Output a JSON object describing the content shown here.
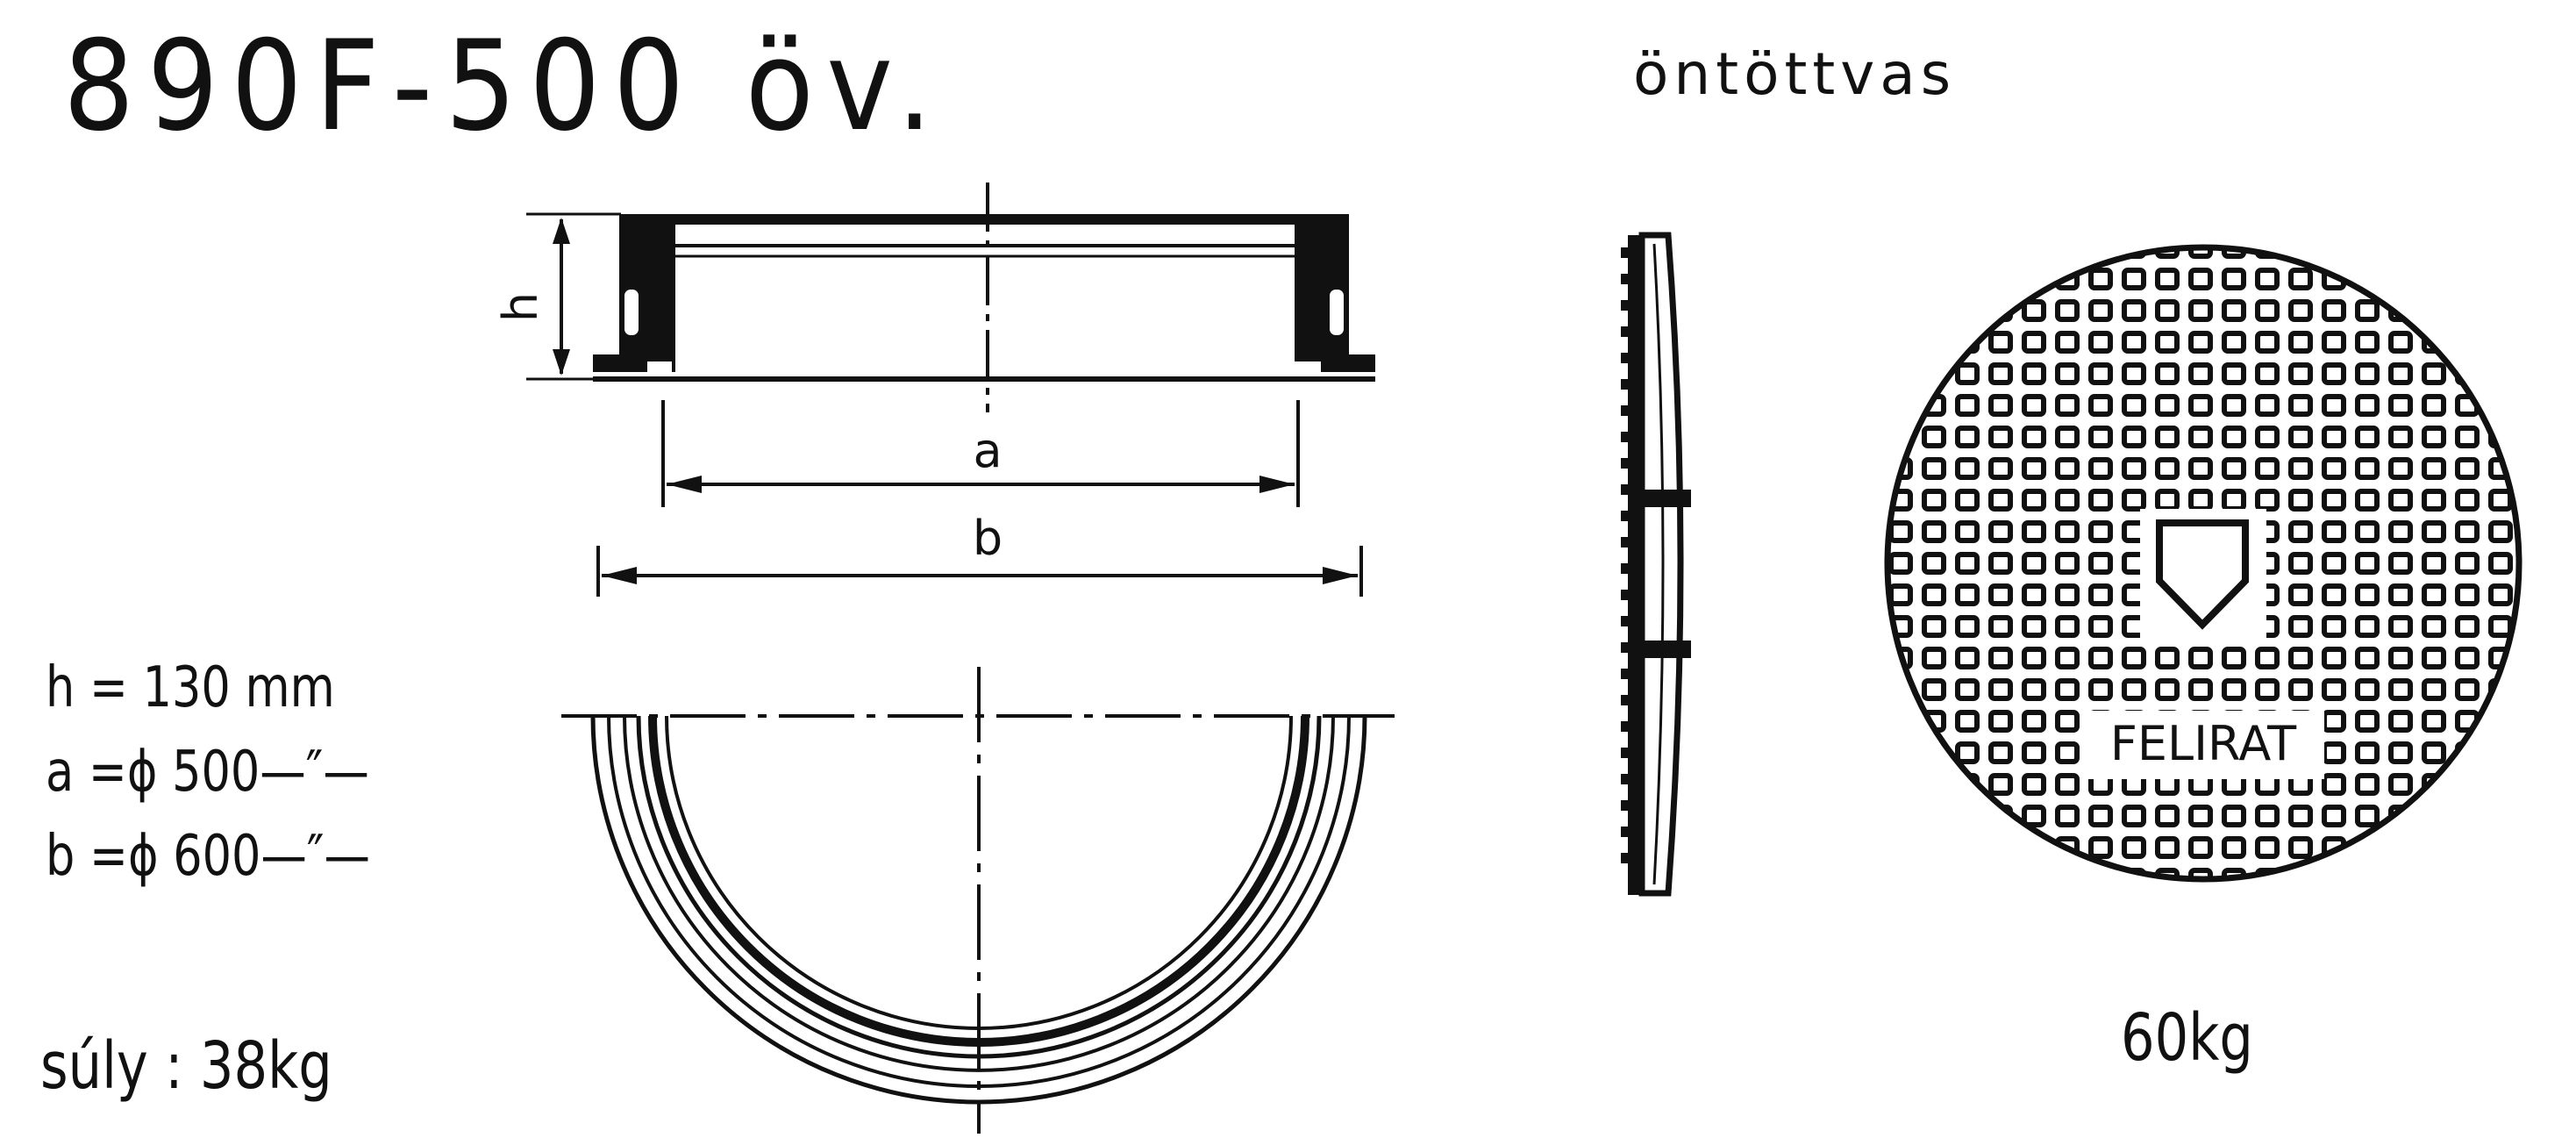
{
  "title": "890F-500 öv.",
  "material": "öntöttvas",
  "dimensions": {
    "h": "h =  130 mm",
    "a": "a =ϕ 500—″—",
    "b": "b =ϕ 600—″—"
  },
  "labels": {
    "h": "h",
    "a": "a",
    "b": "b"
  },
  "lid_inscription": "FELIRAT",
  "weights": {
    "frame": "súly : 38kg",
    "lid": "60kg"
  }
}
